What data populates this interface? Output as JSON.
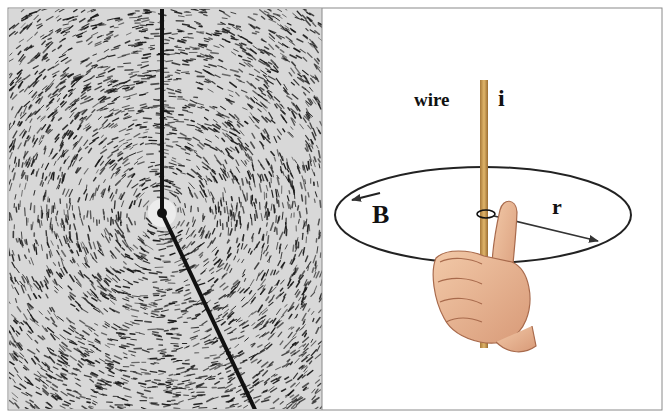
{
  "diagram": {
    "labels": [
      "wire",
      "i",
      "B",
      "r"
    ]
  }
}
